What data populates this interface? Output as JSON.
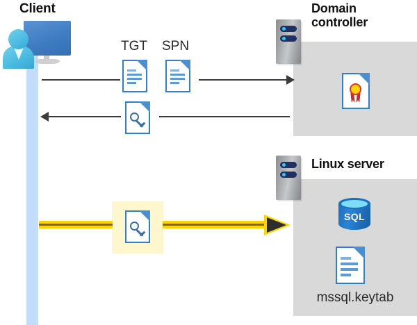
{
  "diagram": {
    "title_client": "Client",
    "title_domain_controller": "Domain controller",
    "title_linux_server": "Linux server"
  },
  "labels": {
    "tgt": "TGT",
    "spn": "SPN",
    "keytab_file": "mssql.keytab",
    "sql_db": "SQL"
  },
  "icons": {
    "client_workstation": "user-with-monitor-icon",
    "server_dc": "server-rack-icon",
    "server_linux": "server-rack-icon",
    "tgt_document": "document-icon",
    "spn_document": "document-icon",
    "ticket_key_document": "document-with-key-icon",
    "highlighted_key_document": "document-with-key-icon",
    "certificate": "certificate-document-icon",
    "database": "sql-database-icon",
    "keytab_document": "document-icon"
  },
  "flows": [
    {
      "id": "request",
      "direction": "client-to-dc",
      "style": "grey-arrow"
    },
    {
      "id": "response",
      "direction": "dc-to-client",
      "style": "grey-arrow"
    },
    {
      "id": "service-ticket",
      "direction": "client-to-linux",
      "style": "yellow-arrow",
      "highlighted": true
    }
  ],
  "colors": {
    "panel_grey": "#d9d9d9",
    "lane_blue": "#c3dcfb",
    "accent_yellow": "#ffd400",
    "highlight_yellow": "#fef6cd",
    "doc_blue": "#2f7fd1",
    "arrow_grey": "#3b3b3b",
    "sql_blue": "#1b6fc0",
    "cert_red": "#d02a2a"
  }
}
